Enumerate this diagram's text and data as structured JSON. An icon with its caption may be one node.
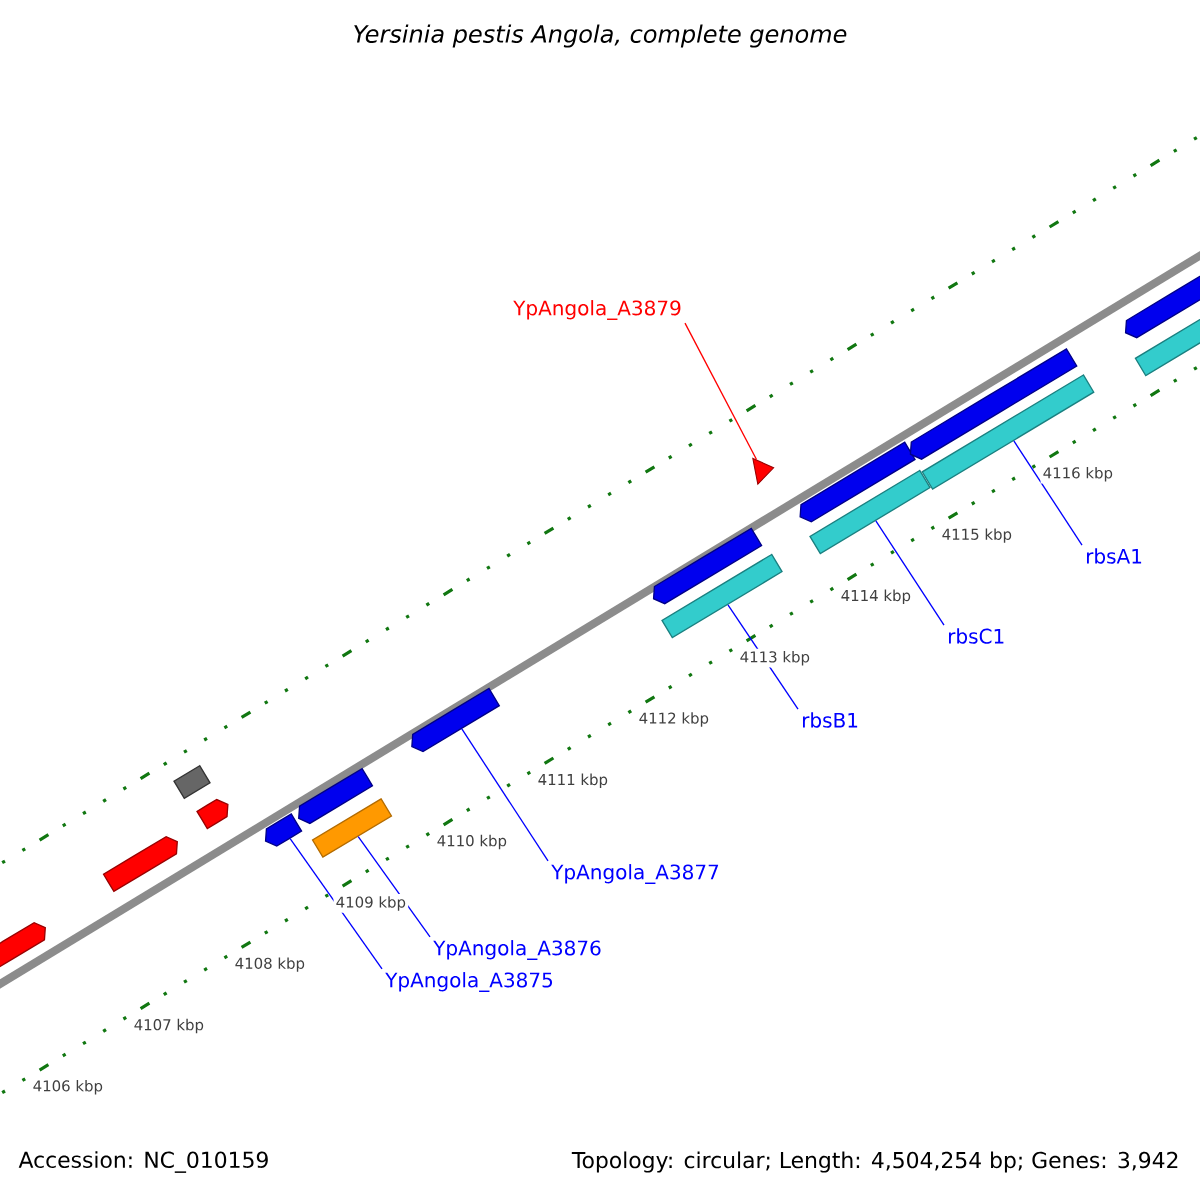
{
  "diagram": {
    "title": "Yersinia pestis Angola, complete genome",
    "nodes": [
      {
        "text": [
          "YpAngola_A3879"
        ]
      },
      {
        "text": [],
        "shape": "triangle"
      },
      {
        "text": [],
        "shape": "arrow"
      },
      {
        "text": [],
        "shape": "bar"
      },
      {
        "text": [],
        "shape": "arrow"
      },
      {
        "text": [],
        "shape": "bar"
      },
      {
        "text": [],
        "shape": "bar"
      },
      {
        "text": [],
        "shape": "bar"
      },
      {
        "text": [
          "rbsB1"
        ]
      },
      {
        "text": [
          "rbsC1"
        ]
      },
      {
        "text": [
          "rbsA1"
        ]
      },
      {
        "text": [
          "YpAngola_A3877"
        ]
      },
      {
        "text": [
          "YpAngola_A3876"
        ]
      },
      {
        "text": [
          "YpAngola_A3875"
        ]
      }
    ],
    "edges": [
      {
        "from": 0,
        "to": 1,
        "arrow": "none",
        "color": "#ff0000"
      },
      {
        "from": 8,
        "to": 5,
        "arrow": "none"
      },
      {
        "from": 9,
        "to": 6,
        "arrow": "none"
      },
      {
        "from": 10,
        "to": 7,
        "arrow": "none"
      },
      {
        "from": 11,
        "to": 4,
        "arrow": "none"
      },
      {
        "from": 12,
        "to": 3,
        "arrow": "none"
      },
      {
        "from": 13,
        "to": 2,
        "arrow": "none"
      }
    ],
    "labels": [
      "4106 kbp",
      "4107 kbp",
      "4108 kbp",
      "4109 kbp",
      "4110 kbp",
      "4111 kbp",
      "4112 kbp",
      "4113 kbp",
      "4114 kbp",
      "4115 kbp",
      "4116 kbp",
      "Accession: NC_010159",
      "Topology: circular; Length: 4,504,254 bp; Genes: 3,942"
    ]
  }
}
